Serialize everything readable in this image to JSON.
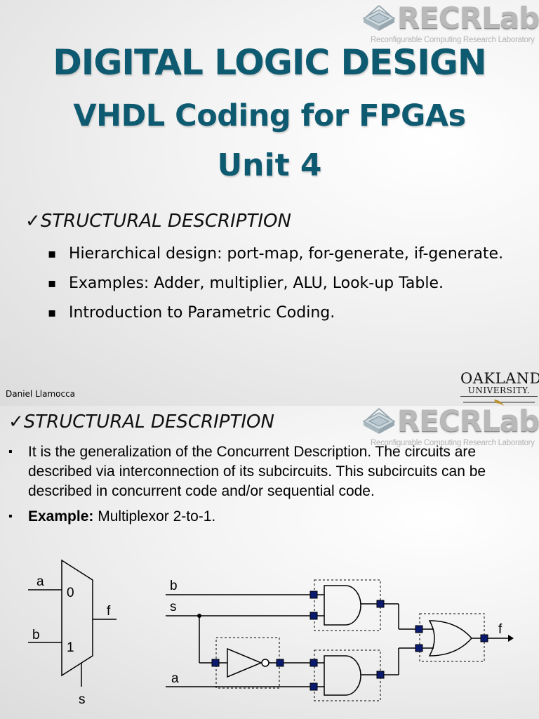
{
  "slide1": {
    "logo": {
      "word": "RECRLab",
      "subtitle": "Reconfigurable Computing Research Laboratory"
    },
    "title_line1": "DIGITAL LOGIC DESIGN",
    "title_line2": "VHDL Coding for FPGAs",
    "title_line3": "Unit 4",
    "heading": "✓STRUCTURAL DESCRIPTION",
    "bullets": [
      "Hierarchical design: port-map, for-generate, if-generate.",
      "Examples: Adder, multiplier, ALU, Look-up Table.",
      "Introduction to Parametric Coding."
    ],
    "author": "Daniel Llamocca",
    "university_line1": "OAKLAND",
    "university_line2": "UNIVERSITY."
  },
  "slide2": {
    "logo": {
      "word": "RECRLab",
      "subtitle": "Reconfigurable Computing Research Laboratory"
    },
    "heading": "✓STRUCTURAL DESCRIPTION",
    "bullet1": "It is the generalization of the Concurrent Description. The circuits are described via interconnection of its subcircuits. This subcircuits can be described in concurrent code and/or sequential code.",
    "bullet2_bold": "Example:",
    "bullet2_text": " Multiplexor 2-to-1.",
    "diagram": {
      "mux_labels": {
        "a": "a",
        "b": "b",
        "in0": "0",
        "in1": "1",
        "f": "f",
        "s": "s"
      },
      "gate_labels": {
        "b": "b",
        "s": "s",
        "a": "a",
        "f": "f"
      },
      "colors": {
        "port": "#0a1a6e",
        "wire": "#000000"
      }
    }
  }
}
